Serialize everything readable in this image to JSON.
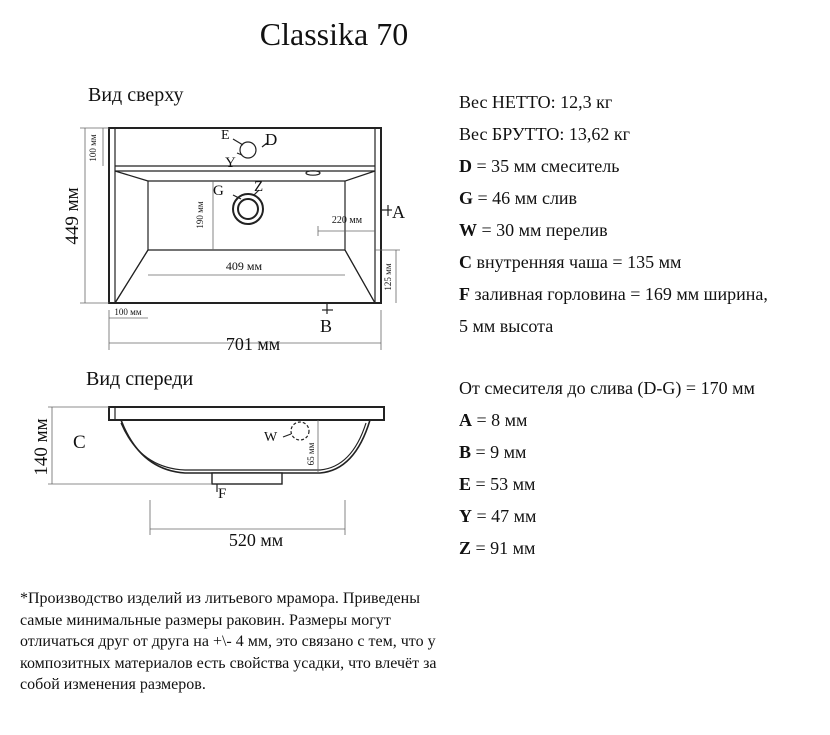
{
  "title": "Classika 70",
  "top_view": {
    "label": "Вид сверху",
    "dims": {
      "height": "449 мм",
      "width": "701 мм",
      "d100_top": "100 мм",
      "d100_bottom": "100 мм",
      "d190": "190 мм",
      "d220": "220 мм",
      "d409": "409 мм",
      "d125": "125 мм"
    },
    "letters": {
      "E": "E",
      "D": "D",
      "Y": "Y",
      "G": "G",
      "Z": "Z",
      "A": "A",
      "B": "B"
    }
  },
  "front_view": {
    "label": "Вид спереди",
    "dims": {
      "height": "140 мм",
      "width": "520 мм",
      "d65": "65 мм"
    },
    "letters": {
      "C": "C",
      "W": "W",
      "F": "F"
    }
  },
  "specs": {
    "netto": "Вес НЕТТО: 12,3 кг",
    "brutto": "Вес БРУТТО: 13,62 кг",
    "items": [
      {
        "key": "D",
        "text": " = 35 мм смеситель"
      },
      {
        "key": "G",
        "text": " = 46 мм слив"
      },
      {
        "key": "W",
        "text": " = 30 мм перелив"
      },
      {
        "key": "C",
        "text": " внутренняя чаша = 135 мм"
      },
      {
        "key": "F",
        "text": " заливная горловина = 169 мм ширина,"
      }
    ],
    "f_cont": "5 мм высота",
    "dg": "От смесителя до слива (D-G) = 170 мм",
    "letters": [
      {
        "key": "A",
        "text": " = 8 мм"
      },
      {
        "key": "B",
        "text": " = 9 мм"
      },
      {
        "key": "E",
        "text": " = 53 мм"
      },
      {
        "key": "Y",
        "text": " = 47 мм"
      },
      {
        "key": "Z",
        "text": " = 91 мм"
      }
    ]
  },
  "note": [
    "*Производство изделий из литьевого мрамора. Приведены",
    "самые минимальные размеры раковин. Размеры могут",
    "отличаться друг от друга на +\\- 4 мм, это связано с тем, что у",
    "композитных материалов есть свойства усадки, что влечёт за",
    "собой изменения размеров."
  ]
}
